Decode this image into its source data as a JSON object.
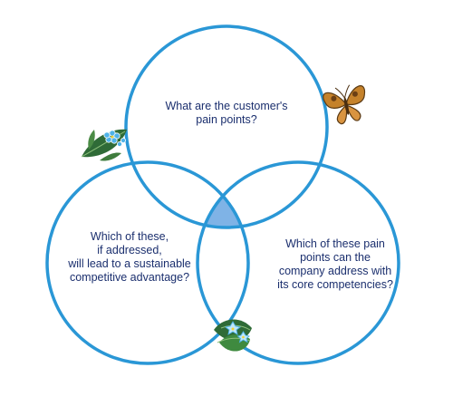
{
  "diagram": {
    "colors": {
      "circle_stroke": "#2a97d6",
      "intersection_fill": "#7fb3e6",
      "text": "#1b2f6e"
    },
    "circles": [
      {
        "id": "top",
        "label": "What are the customer's\npain points?"
      },
      {
        "id": "left",
        "label": "Which of these,\nif addressed,\nwill lead to a sustainable\ncompetitive advantage?"
      },
      {
        "id": "right",
        "label": "Which of these pain\npoints can the\ncompany address with\nits core competencies?"
      }
    ],
    "center_highlight": "three-way intersection",
    "decorations": [
      "butterfly-icon",
      "flower-leaf-icon",
      "flower-leaf-icon"
    ]
  }
}
